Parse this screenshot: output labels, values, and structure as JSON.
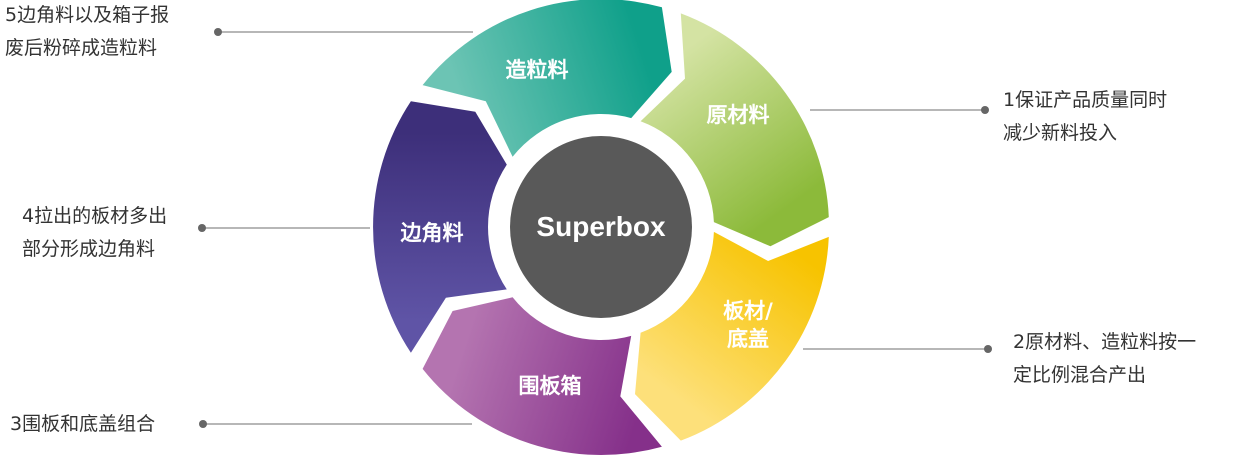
{
  "center": {
    "label": "Superbox",
    "color": "#595959"
  },
  "segments": [
    {
      "label": "原材料",
      "colors": [
        "#d4e3a3",
        "#8cba3a"
      ]
    },
    {
      "label": "板材/\n底盖",
      "colors": [
        "#f7c300",
        "#fde07a"
      ]
    },
    {
      "label": "围板箱",
      "colors": [
        "#85308a",
        "#b474b0"
      ]
    },
    {
      "label": "边角料",
      "colors": [
        "#5f54a6",
        "#3d2f7a"
      ]
    },
    {
      "label": "造粒料",
      "colors": [
        "#6cc4b4",
        "#0fa08a"
      ]
    }
  ],
  "notes": [
    {
      "line1": "1保证产品质量同时",
      "line2": "减少新料投入"
    },
    {
      "line1": "2原材料、造粒料按一",
      "line2": "定比例混合产出"
    },
    {
      "line1": "3围板和底盖组合",
      "line2": ""
    },
    {
      "line1": "4拉出的板材多出",
      "line2": "部分形成边角料"
    },
    {
      "line1": "5边角料以及箱子报",
      "line2": "废后粉碎成造粒料"
    }
  ],
  "connector_color": "#8c8c8c"
}
